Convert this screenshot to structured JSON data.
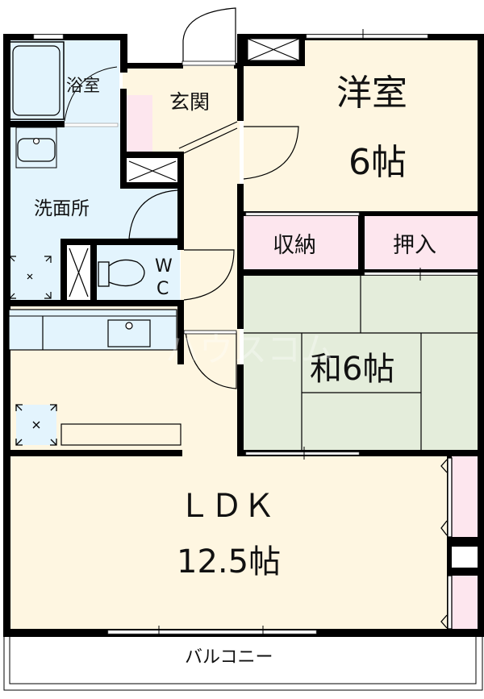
{
  "floor_plan": {
    "rooms": {
      "bathroom": {
        "label": "浴室"
      },
      "entrance": {
        "label": "玄関"
      },
      "western_room": {
        "label_line1": "洋室",
        "label_line2": "6帖"
      },
      "washroom": {
        "label": "洗面所"
      },
      "toilet": {
        "label_line1": "W",
        "label_line2": "C"
      },
      "storage": {
        "label": "収納"
      },
      "closet": {
        "label": "押入"
      },
      "japanese_room": {
        "label": "和6帖"
      },
      "ldk": {
        "label_line1": "ＬＤＫ",
        "label_line2": "12.5帖"
      },
      "balcony": {
        "label": "バルコニー"
      }
    },
    "watermark": "ハウスコム",
    "colors": {
      "wall": "#000000",
      "wet_area": "#e3f4fd",
      "living_floor": "#fef6e1",
      "storage": "#fde6ee",
      "tatami": "#e4eddb",
      "balcony": "#ffffff"
    }
  }
}
